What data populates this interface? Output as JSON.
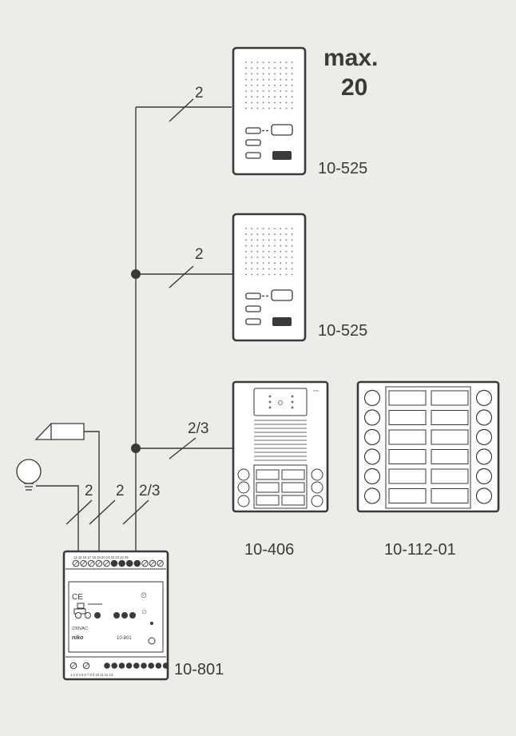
{
  "max_label": {
    "line1": "max.",
    "line2": "20"
  },
  "devices": {
    "indoor_1": {
      "code": "10-525"
    },
    "indoor_2": {
      "code": "10-525"
    },
    "panel_1": {
      "code": "10-406",
      "brand": "niko"
    },
    "panel_2": {
      "code": "10-112-01"
    },
    "power_supply": {
      "code": "10-801",
      "inner_code": "10-801",
      "brand": "niko",
      "ce_mark": "CE",
      "voltage": "230VAC",
      "top_terminals": "14 15 16 17 18 19 20 21 22 23 24 25",
      "bottom_terminals": "1 2 3 4 5 6 7 8 9 10 11 12 13"
    }
  },
  "wires": {
    "to_indoor_1": "2",
    "to_indoor_2": "2",
    "to_panel": "2/3",
    "lamp": "2",
    "lock": "2",
    "bus": "2/3"
  },
  "colors": {
    "background": "#edece7",
    "line": "#3a3a3a",
    "device_fill": "#ffffff",
    "dark": "#3a3a3a"
  }
}
